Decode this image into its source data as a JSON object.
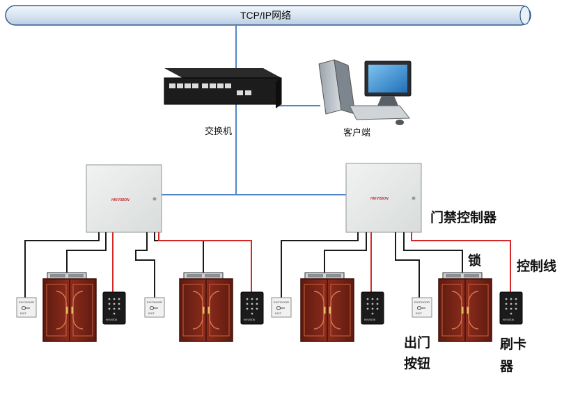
{
  "network_bus": {
    "label": "TCP/IP网络"
  },
  "switch": {
    "label": "交换机"
  },
  "client": {
    "label": "客户端"
  },
  "controllers": {
    "label": "门禁控制器",
    "brand": "HIKVISION"
  },
  "callouts": {
    "lock": "锁",
    "control_wire": "控制线",
    "exit_button_line1": "出门",
    "exit_button_line2": "按钮",
    "card_reader_line1": "刷卡",
    "card_reader_line2": "器"
  },
  "exit_button_face": {
    "top": "EXIT/DOOR",
    "bottom": "EXIT"
  },
  "card_reader_face": {
    "brand": "HIKVISION"
  },
  "colors": {
    "bus_fill": "#dde8f4",
    "bus_stroke": "#2f5d8a",
    "network_wire": "#4f86c6",
    "black_wire": "#1a1a1a",
    "red_wire": "#d62828",
    "controller_box": "#e9eceb",
    "door": "#7a2417"
  }
}
